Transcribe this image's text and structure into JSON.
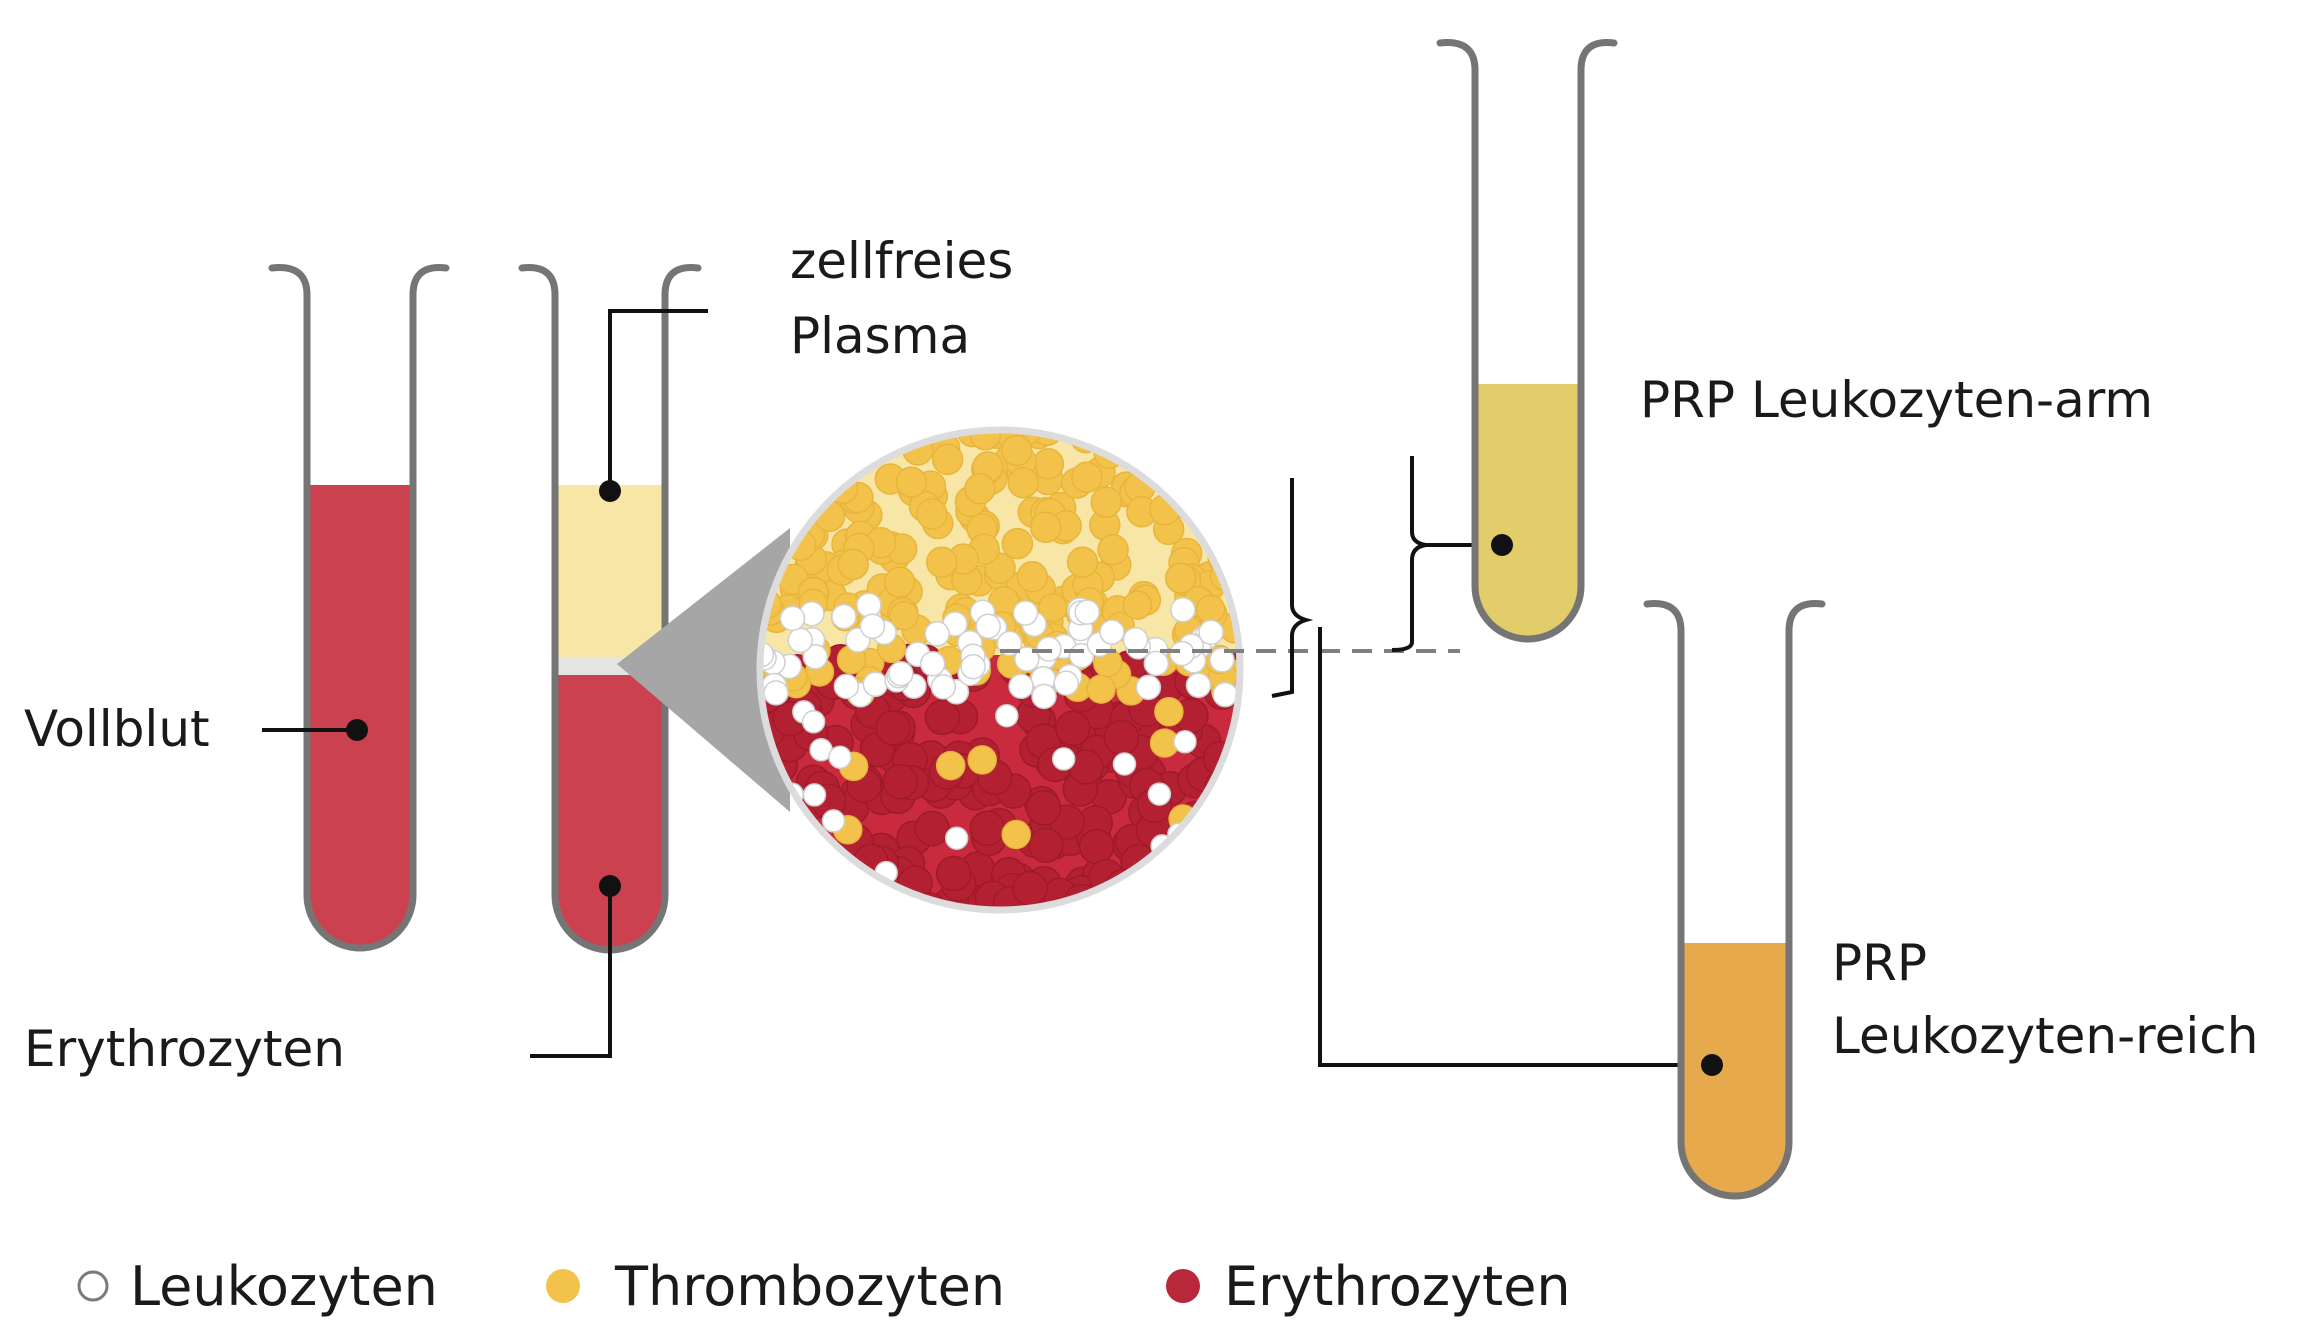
{
  "labels": {
    "whole_blood": "Vollblut",
    "erythrocytes_layer": "Erythrozyten",
    "plasma_line1": "zellfreies",
    "plasma_line2": "Plasma",
    "prp_poor": "PRP Leukozyten-arm",
    "prp_rich_line1": "PRP",
    "prp_rich_line2": "Leukozyten-reich"
  },
  "legend": [
    {
      "label": "Leukozyten",
      "color": "#ffffff"
    },
    {
      "label": "Thrombozyten",
      "color": "#f2c24b"
    },
    {
      "label": "Erythrozyten",
      "color": "#b8283a"
    }
  ],
  "colors": {
    "blood": "#cc4150",
    "plasma": "#f8e6a6",
    "buffy_coat": "#e4e4e4",
    "prp_poor": "#e2cd6a",
    "prp_rich": "#e6a94c",
    "tube_outline": "#757575",
    "magnifier_cone": "#a6a6a6",
    "dashed_line": "#808080"
  },
  "icons": [
    "test-tube-icon",
    "magnifier-circle-icon",
    "curly-brace-icon"
  ]
}
